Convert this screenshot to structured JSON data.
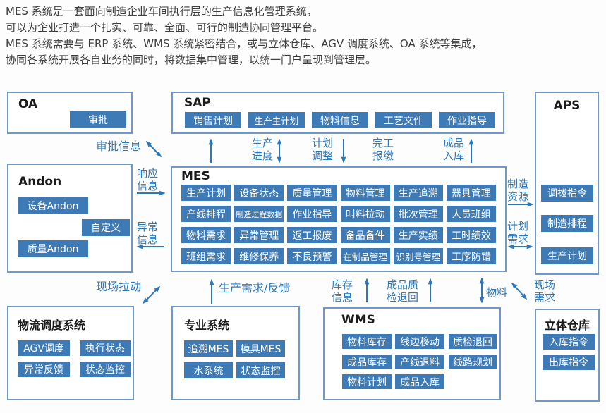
{
  "intro": {
    "line1": "MES 系统是一套面向制造企业车间执行层的生产信息化管理系统，",
    "line2": "可以为企业打造一个扎实、可靠、全面、可行的制造协同管理平台。",
    "line3": "MES 系统需要与 ERP 系统、WMS 系统紧密结合，或与立体仓库、AGV 调度系统、OA 系统等集成，",
    "line4": "协同各系统开展各自业务的同时，将数据集中管理，以统一门户呈现到管理层。"
  },
  "colors": {
    "button_blue": "#3e7bb6",
    "border_blue": "#7099c7",
    "label_blue": "#2e78b8",
    "title_black": "#1b1b1b"
  },
  "boxes": {
    "oa": {
      "title": "OA",
      "items": [
        "审批"
      ]
    },
    "sap": {
      "title": "SAP",
      "items": [
        "销售计划",
        "生产主计划",
        "物料信息",
        "工艺文件",
        "作业指导"
      ]
    },
    "aps": {
      "title": "APS",
      "items": [
        "调拨指令",
        "制造排程",
        "生产计划"
      ]
    },
    "andon": {
      "title": "Andon",
      "items": [
        "设备Andon",
        "自定义",
        "质量Andon"
      ]
    },
    "mes": {
      "title": "MES",
      "items": [
        "生产计划",
        "设备状态",
        "质量管理",
        "物料管理",
        "生产追溯",
        "器具管理",
        "产线排程",
        "制造过程数据",
        "作业指导",
        "叫料拉动",
        "批次管理",
        "人员班组",
        "物料需求",
        "异常管理",
        "返工报废",
        "备品备件",
        "生产实绩",
        "工时绩效",
        "班组需求",
        "维修保养",
        "不良预警",
        "在制品管理",
        "识别号管理",
        "工序防错"
      ]
    },
    "logistics": {
      "title": "物流调度系统",
      "items": [
        "AGV调度",
        "执行状态",
        "异常反馈",
        "状态监控"
      ]
    },
    "specialized": {
      "title": "专业系统",
      "items": [
        "追溯MES",
        "模具MES",
        "水系统",
        "状态监控"
      ]
    },
    "wms": {
      "title": "WMS",
      "items": [
        "物料库存",
        "线边移动",
        "质检退回",
        "成品库存",
        "产线退料",
        "线路规划",
        "物料计划",
        "成品入库"
      ]
    },
    "warehouse": {
      "title": "立体仓库",
      "items": [
        "入库指令",
        "出库指令"
      ]
    }
  },
  "flows": {
    "approval": "审批信息",
    "response": "响应信息",
    "exception": "异常信息",
    "prod_progress": "生产进度",
    "plan_adjust": "计划调整",
    "completion": "完工报缴",
    "finished_in": "成品入库",
    "mfg_resource": "制造资源",
    "plan_demand": "计划需求",
    "site_pull": "现场拉动",
    "prod_demand": "生产需求/反馈",
    "inventory": "库存信息",
    "quality_return": "成品质检退回",
    "material": "物料",
    "site_demand": "现场需求"
  }
}
